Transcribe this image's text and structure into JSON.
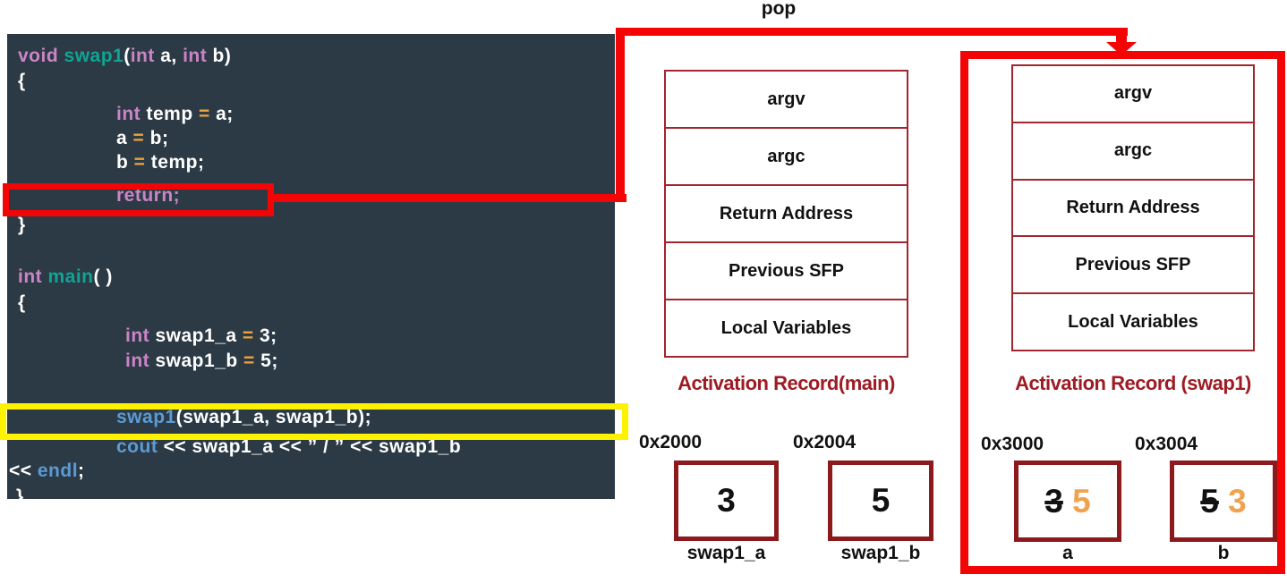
{
  "pop_label": "pop",
  "colors": {
    "code_background": "#2b3a45",
    "keyword_pink": "#cc84c6",
    "function_teal": "#10a495",
    "operator_orange": "#efa33d",
    "call_blue": "#5b9bd5",
    "highlight_red": "#f40505",
    "highlight_yellow": "#fef200",
    "frame_border_maroon": "#a1262d",
    "value_box_maroon": "#8c1a1c",
    "record_label_maroon": "#9e1b23",
    "new_value_orange": "#f2a24e"
  },
  "code": {
    "lines": [
      {
        "seg": [
          [
            "void",
            "kw"
          ],
          [
            " ",
            "pl"
          ],
          [
            "swap1",
            "fn"
          ],
          [
            "(",
            "pl"
          ],
          [
            "int",
            "kw"
          ],
          [
            " a, ",
            "pl"
          ],
          [
            "int",
            "kw"
          ],
          [
            " b)",
            "pl"
          ]
        ]
      },
      {
        "seg": [
          [
            "{",
            "pl"
          ]
        ]
      },
      {
        "seg": [
          [
            "int",
            "kw"
          ],
          [
            " temp ",
            "pl"
          ],
          [
            "=",
            "op"
          ],
          [
            " a;",
            "pl"
          ]
        ]
      },
      {
        "seg": [
          [
            "a ",
            "pl"
          ],
          [
            "=",
            "op"
          ],
          [
            " b;",
            "pl"
          ]
        ]
      },
      {
        "seg": [
          [
            "b ",
            "pl"
          ],
          [
            "=",
            "op"
          ],
          [
            " temp;",
            "pl"
          ]
        ]
      },
      {
        "seg": [
          [
            "return;",
            "kw"
          ]
        ]
      },
      {
        "seg": [
          [
            "}",
            "pl"
          ]
        ]
      },
      {
        "seg": [
          [
            "int",
            "kw"
          ],
          [
            " ",
            "pl"
          ],
          [
            "main",
            "fn"
          ],
          [
            "( )",
            "pl"
          ]
        ]
      },
      {
        "seg": [
          [
            "{",
            "pl"
          ]
        ]
      },
      {
        "seg": [
          [
            "int",
            "kw"
          ],
          [
            " swap1_a ",
            "pl"
          ],
          [
            "=",
            "op"
          ],
          [
            " 3;",
            "pl"
          ]
        ]
      },
      {
        "seg": [
          [
            "int",
            "kw"
          ],
          [
            " swap1_b ",
            "pl"
          ],
          [
            "=",
            "op"
          ],
          [
            " 5;",
            "pl"
          ]
        ]
      },
      {
        "seg": [
          [
            "swap1",
            "call"
          ],
          [
            "(swap1_a, swap1_b);",
            "pl"
          ]
        ]
      },
      {
        "seg": [
          [
            "cout",
            "call"
          ],
          [
            " << swap1_a << ” / ” << swap1_b",
            "pl"
          ]
        ]
      },
      {
        "seg": [
          [
            "<< ",
            "pl"
          ],
          [
            "endl",
            "call"
          ],
          [
            ";",
            "pl"
          ]
        ]
      },
      {
        "seg": [
          [
            "}",
            "pl"
          ]
        ]
      }
    ]
  },
  "frames": {
    "rows": [
      "argv",
      "argc",
      "Return Address",
      "Previous SFP",
      "Local Variables"
    ],
    "main_label": "Activation Record(main)",
    "swap1_label": "Activation Record (swap1)"
  },
  "memory_main": {
    "cells": [
      {
        "address": "0x2000",
        "value": "3",
        "label": "swap1_a"
      },
      {
        "address": "0x2004",
        "value": "5",
        "label": "swap1_b"
      }
    ]
  },
  "memory_swap1": {
    "cells": [
      {
        "address": "0x3000",
        "old_value": "3",
        "new_value": "5",
        "label": "a"
      },
      {
        "address": "0x3004",
        "old_value": "5",
        "new_value": "3",
        "label": "b"
      }
    ]
  }
}
